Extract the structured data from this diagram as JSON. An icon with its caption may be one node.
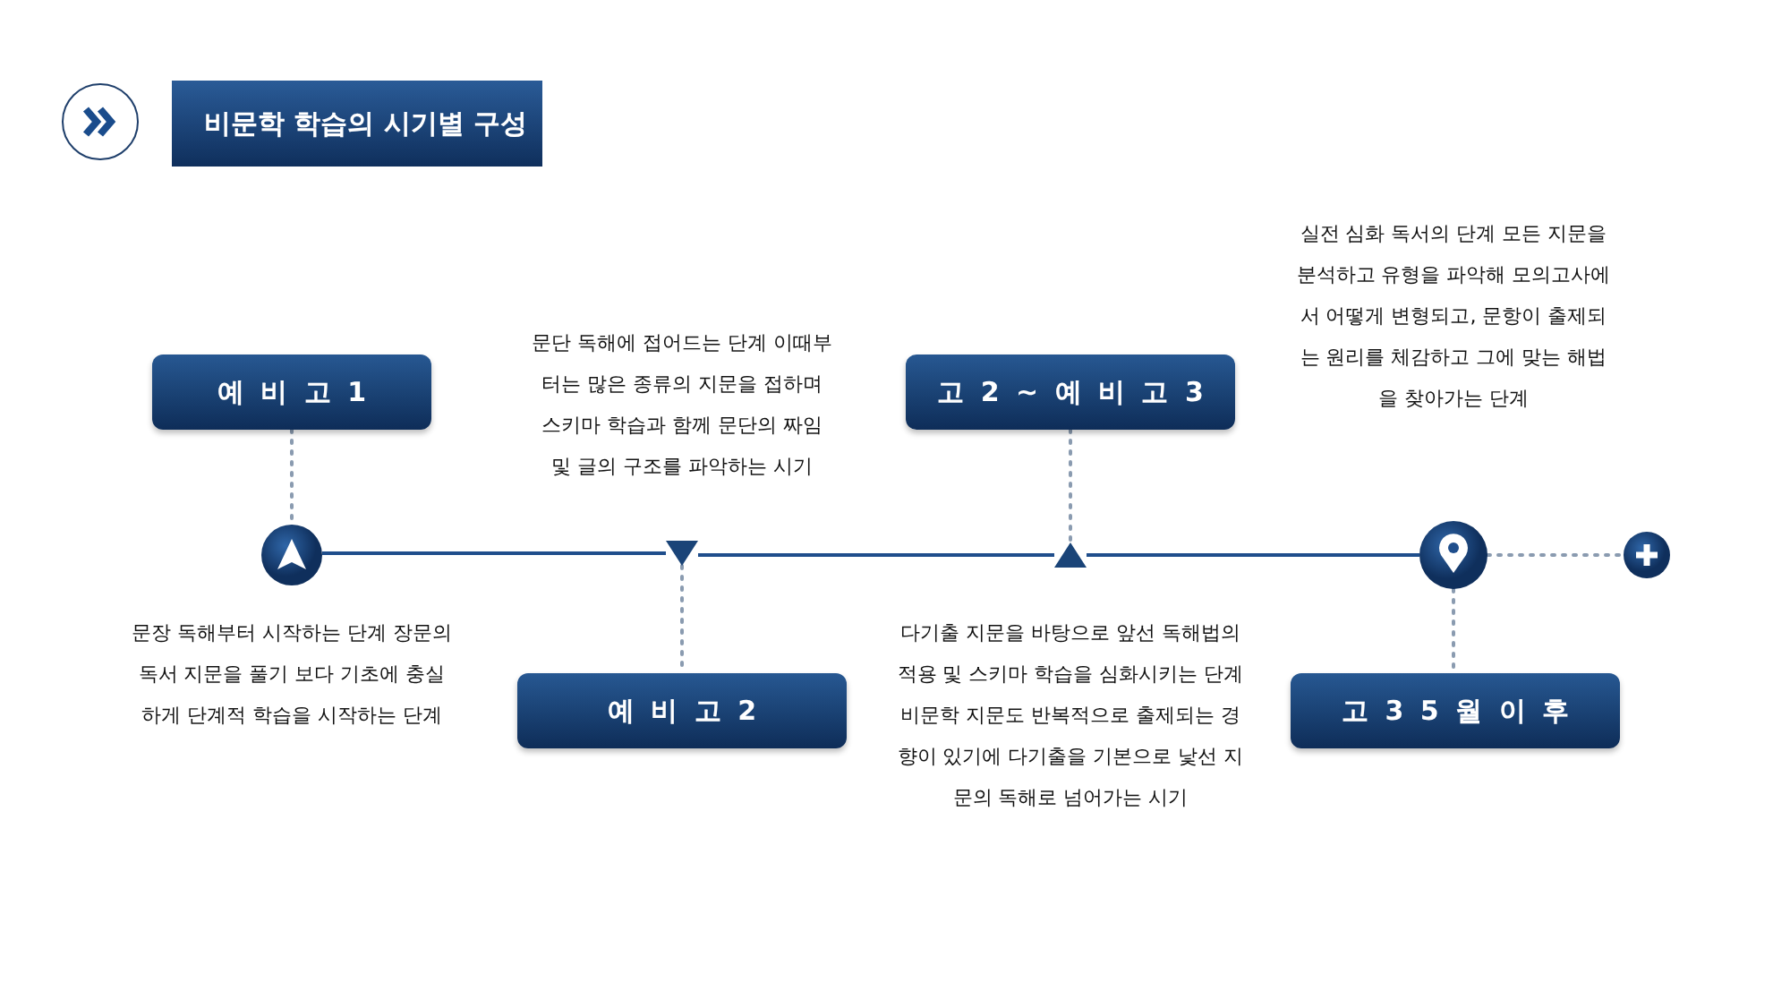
{
  "diagram": {
    "nodes": [
      {
        "text": [
          "비문학 학습의 시기별 구성"
        ]
      },
      {
        "text": [
          "예 비 고 1"
        ]
      },
      {
        "text": [],
        "shape": "circle"
      },
      {
        "text": [],
        "shape": "triangle"
      },
      {
        "text": [
          "예 비 고 2"
        ]
      },
      {
        "text": [
          "고 2 ~ 예 비 고 3"
        ]
      },
      {
        "text": [],
        "shape": "triangle"
      },
      {
        "text": [],
        "shape": "circle"
      },
      {
        "text": [
          "고 3 5 월 이 후"
        ]
      },
      {
        "text": [],
        "shape": "circle"
      }
    ],
    "edges": [
      {
        "from": 1,
        "to": 2,
        "arrow": "none",
        "style": "dashed"
      },
      {
        "from": 2,
        "to": 3,
        "arrow": "none",
        "color": "#1f4e8c"
      },
      {
        "from": 3,
        "to": 4,
        "arrow": "none",
        "style": "dashed"
      },
      {
        "from": 5,
        "to": 6,
        "arrow": "none",
        "style": "dashed"
      },
      {
        "from": 3,
        "to": 6,
        "arrow": "none",
        "color": "#1f4e8c"
      },
      {
        "from": 6,
        "to": 7,
        "arrow": "none",
        "color": "#1f4e8c"
      },
      {
        "from": 7,
        "to": 8,
        "arrow": "none",
        "style": "dashed"
      },
      {
        "from": 7,
        "to": 9,
        "arrow": "none",
        "style": "dashed"
      }
    ],
    "labels": [
      "문단 독해에 접어드는 단계 이때부터는 많은 종류의 지문을 접하며 스키마 학습과 함께 문단의 짜임 및 글의 구조를 파악하는 시기",
      "실전 심화 독서의 단계 모든 지문을 분석하고 유형을 파악해 모의고사에서 어떻게 변형되고, 문항이 출제되는 원리를 체감하고 그에 맞는 해법을 찾아가는 단계",
      "문장 독해부터 시작하는 단계 장문의 독서 지문을 풀기 보다 기초에 충실하게 단계적 학습을 시작하는 단계",
      "다기출 지문을 바탕으로 앞선 독해법의 적용 및 스키마 학습을 심화시키는 단계 비문학 지문도 반복적으로 출제되는 경향이 있기에 다기출을 기본으로 낯선 지문의 독해로 넘어가는 시기"
    ]
  }
}
